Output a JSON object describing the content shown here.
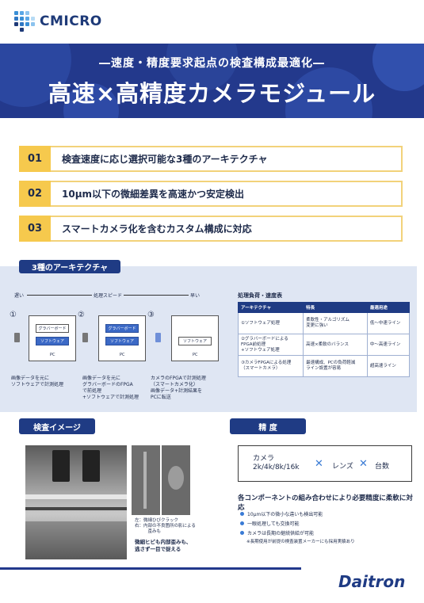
{
  "brand": {
    "logo_text": "CMICRO",
    "footer_logo": "Daitron"
  },
  "hero": {
    "subtitle": "―速度・精度要求起点の検査構成最適化―",
    "title": "高速×高精度カメラモジュール"
  },
  "features": [
    {
      "num": "01",
      "text": "検査速度に応じ選択可能な3種のアーキテクチャ"
    },
    {
      "num": "02",
      "text": "10µm以下の微細差異を高速かつ安定検出"
    },
    {
      "num": "03",
      "text": "スマートカメラ化を含むカスタム構成に対応"
    }
  ],
  "architecture": {
    "heading": "3種のアーキテクチャ",
    "speed_slow": "遅い",
    "speed_label": "処理スピード",
    "speed_fast": "早い",
    "diagrams": [
      {
        "num": "①",
        "board1": "グラバーボード",
        "board2": "ソフトウェア",
        "pc": "PC",
        "desc": "画像データを元に\nソフトウェアで計測処理"
      },
      {
        "num": "②",
        "board1": "グラバーボード",
        "board2": "ソフトウェア",
        "pc": "PC",
        "desc": "画像データを元に\nグラバーボードのFPGA\nで前処理\n+ソフトウェアで計測処理"
      },
      {
        "num": "③",
        "board1": "",
        "board2": "ソフトウェア",
        "pc": "PC",
        "desc": "カメラのFPGAで計測処理\n（スマートカメラ化）\n画像データ+計測結果を\nPCに転送"
      }
    ]
  },
  "processing": {
    "title": "処理負荷・速度表",
    "headers": [
      "アーキテクチャ",
      "特長",
      "最適用途"
    ],
    "rows": [
      [
        "①ソフトウェア処理",
        "柔軟性・アルゴリズム\n変更に強い",
        "低～中速ライン"
      ],
      [
        "②グラバーボードによる\nFPGA前処理\n+ソフトウェア処理",
        "高速×柔軟のバランス",
        "中～高速ライン"
      ],
      [
        "③カメラFPGAによる処理\n（スマートカメラ）",
        "最速構成、PCの負荷軽減\nライン設置が容易",
        "超高速ライン"
      ]
    ]
  },
  "inspection": {
    "heading": "検査イメージ",
    "captions": [
      "左：微細ひびクラック",
      "右：内部の不良箇所の影による\n　　　歪みも"
    ],
    "summary": "微細ヒビも内部歪みも、\n逃さず一目で捉える"
  },
  "precision": {
    "heading": "精 度",
    "camera_label": "カメラ",
    "camera_res": "2k/4k/8k/16k",
    "lens_label": "レンズ",
    "count_label": "台数",
    "flex_title": "各コンポーネントの組み合わせにより必要精度に柔軟に対応",
    "bullets": [
      "10µm以下の微小な違いも検出可能",
      "一眼処理しても交換可能",
      "カメラは長期の継続供給が可能"
    ],
    "note": "※長期使用が前提の検査装置メーカーにも採用実績あり"
  },
  "colors": {
    "navy": "#23398c",
    "accent_yellow": "#f6c94d",
    "panel": "#dfe6f3",
    "x_blue": "#3a7bd5"
  }
}
